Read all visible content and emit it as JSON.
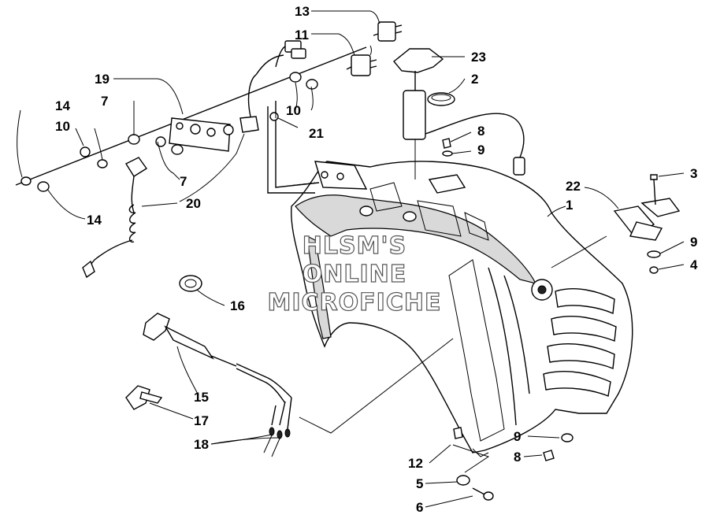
{
  "watermark": {
    "line1": "HLSM'S",
    "line2": "ONLINE",
    "line3": "MICROFICHE"
  },
  "callouts": {
    "p1": "1",
    "p2": "2",
    "p3": "3",
    "p4": "4",
    "p5": "5",
    "p6": "6",
    "p7a": "7",
    "p7b": "7",
    "p8a": "8",
    "p8b": "8",
    "p9a": "9",
    "p9b": "9",
    "p9c": "9",
    "p10a": "10",
    "p10b": "10",
    "p11": "11",
    "p12": "12",
    "p13": "13",
    "p14a": "14",
    "p14b": "14",
    "p15": "15",
    "p16": "16",
    "p17": "17",
    "p18": "18",
    "p19": "19",
    "p20": "20",
    "p21": "21",
    "p22": "22",
    "p23": "23"
  }
}
